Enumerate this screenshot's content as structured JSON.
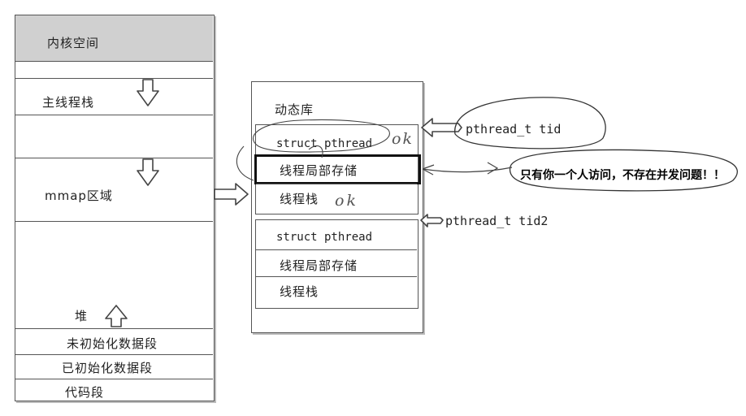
{
  "memory": {
    "kernel": "内核空间",
    "main_stack": "主线程栈",
    "mmap": "mmap区域",
    "heap": "堆",
    "bss": "未初始化数据段",
    "data": "已初始化数据段",
    "text": "代码段"
  },
  "dynlib": {
    "title": "动态库",
    "block1": {
      "struct": "struct pthread",
      "tls": "线程局部存储",
      "stack": "线程栈"
    },
    "block2": {
      "struct": "struct pthread",
      "tls": "线程局部存储",
      "stack": "线程栈"
    }
  },
  "annotations": {
    "tid": "pthread_t tid",
    "tid2": "pthread_t tid2",
    "note": "只有你一个人访问，不存在并发问题！！",
    "ok1": "ok",
    "ok2": "ok"
  }
}
